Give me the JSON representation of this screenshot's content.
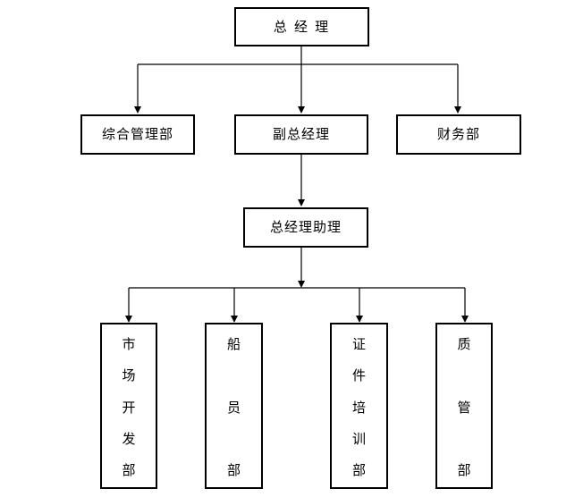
{
  "diagram": {
    "type": "org-chart",
    "background_color": "#ffffff",
    "line_color": "#000000",
    "box_border_color": "#000000",
    "text_color": "#000000",
    "nodes": {
      "general_manager": {
        "label": "总 经 理",
        "level": 1,
        "orientation": "horizontal"
      },
      "admin_dept": {
        "label": "综合管理部",
        "level": 2,
        "orientation": "horizontal"
      },
      "deputy_gm": {
        "label": "副总经理",
        "level": 2,
        "orientation": "horizontal"
      },
      "finance_dept": {
        "label": "财务部",
        "level": 2,
        "orientation": "horizontal"
      },
      "gm_assistant": {
        "label": "总经理助理",
        "level": 3,
        "orientation": "horizontal"
      },
      "market_dev_dept": {
        "label": "市场开发部",
        "level": 4,
        "orientation": "vertical"
      },
      "crew_dept": {
        "label": "船员部",
        "level": 4,
        "orientation": "vertical"
      },
      "cert_training_dept": {
        "label": "证件培训部",
        "level": 4,
        "orientation": "vertical"
      },
      "quality_dept": {
        "label": "质管部",
        "level": 4,
        "orientation": "vertical"
      }
    },
    "edges": [
      {
        "from": "general_manager",
        "to": "admin_dept"
      },
      {
        "from": "general_manager",
        "to": "deputy_gm"
      },
      {
        "from": "general_manager",
        "to": "finance_dept"
      },
      {
        "from": "deputy_gm",
        "to": "gm_assistant"
      },
      {
        "from": "gm_assistant",
        "to": "market_dev_dept"
      },
      {
        "from": "gm_assistant",
        "to": "crew_dept"
      },
      {
        "from": "gm_assistant",
        "to": "cert_training_dept"
      },
      {
        "from": "gm_assistant",
        "to": "quality_dept"
      }
    ]
  }
}
